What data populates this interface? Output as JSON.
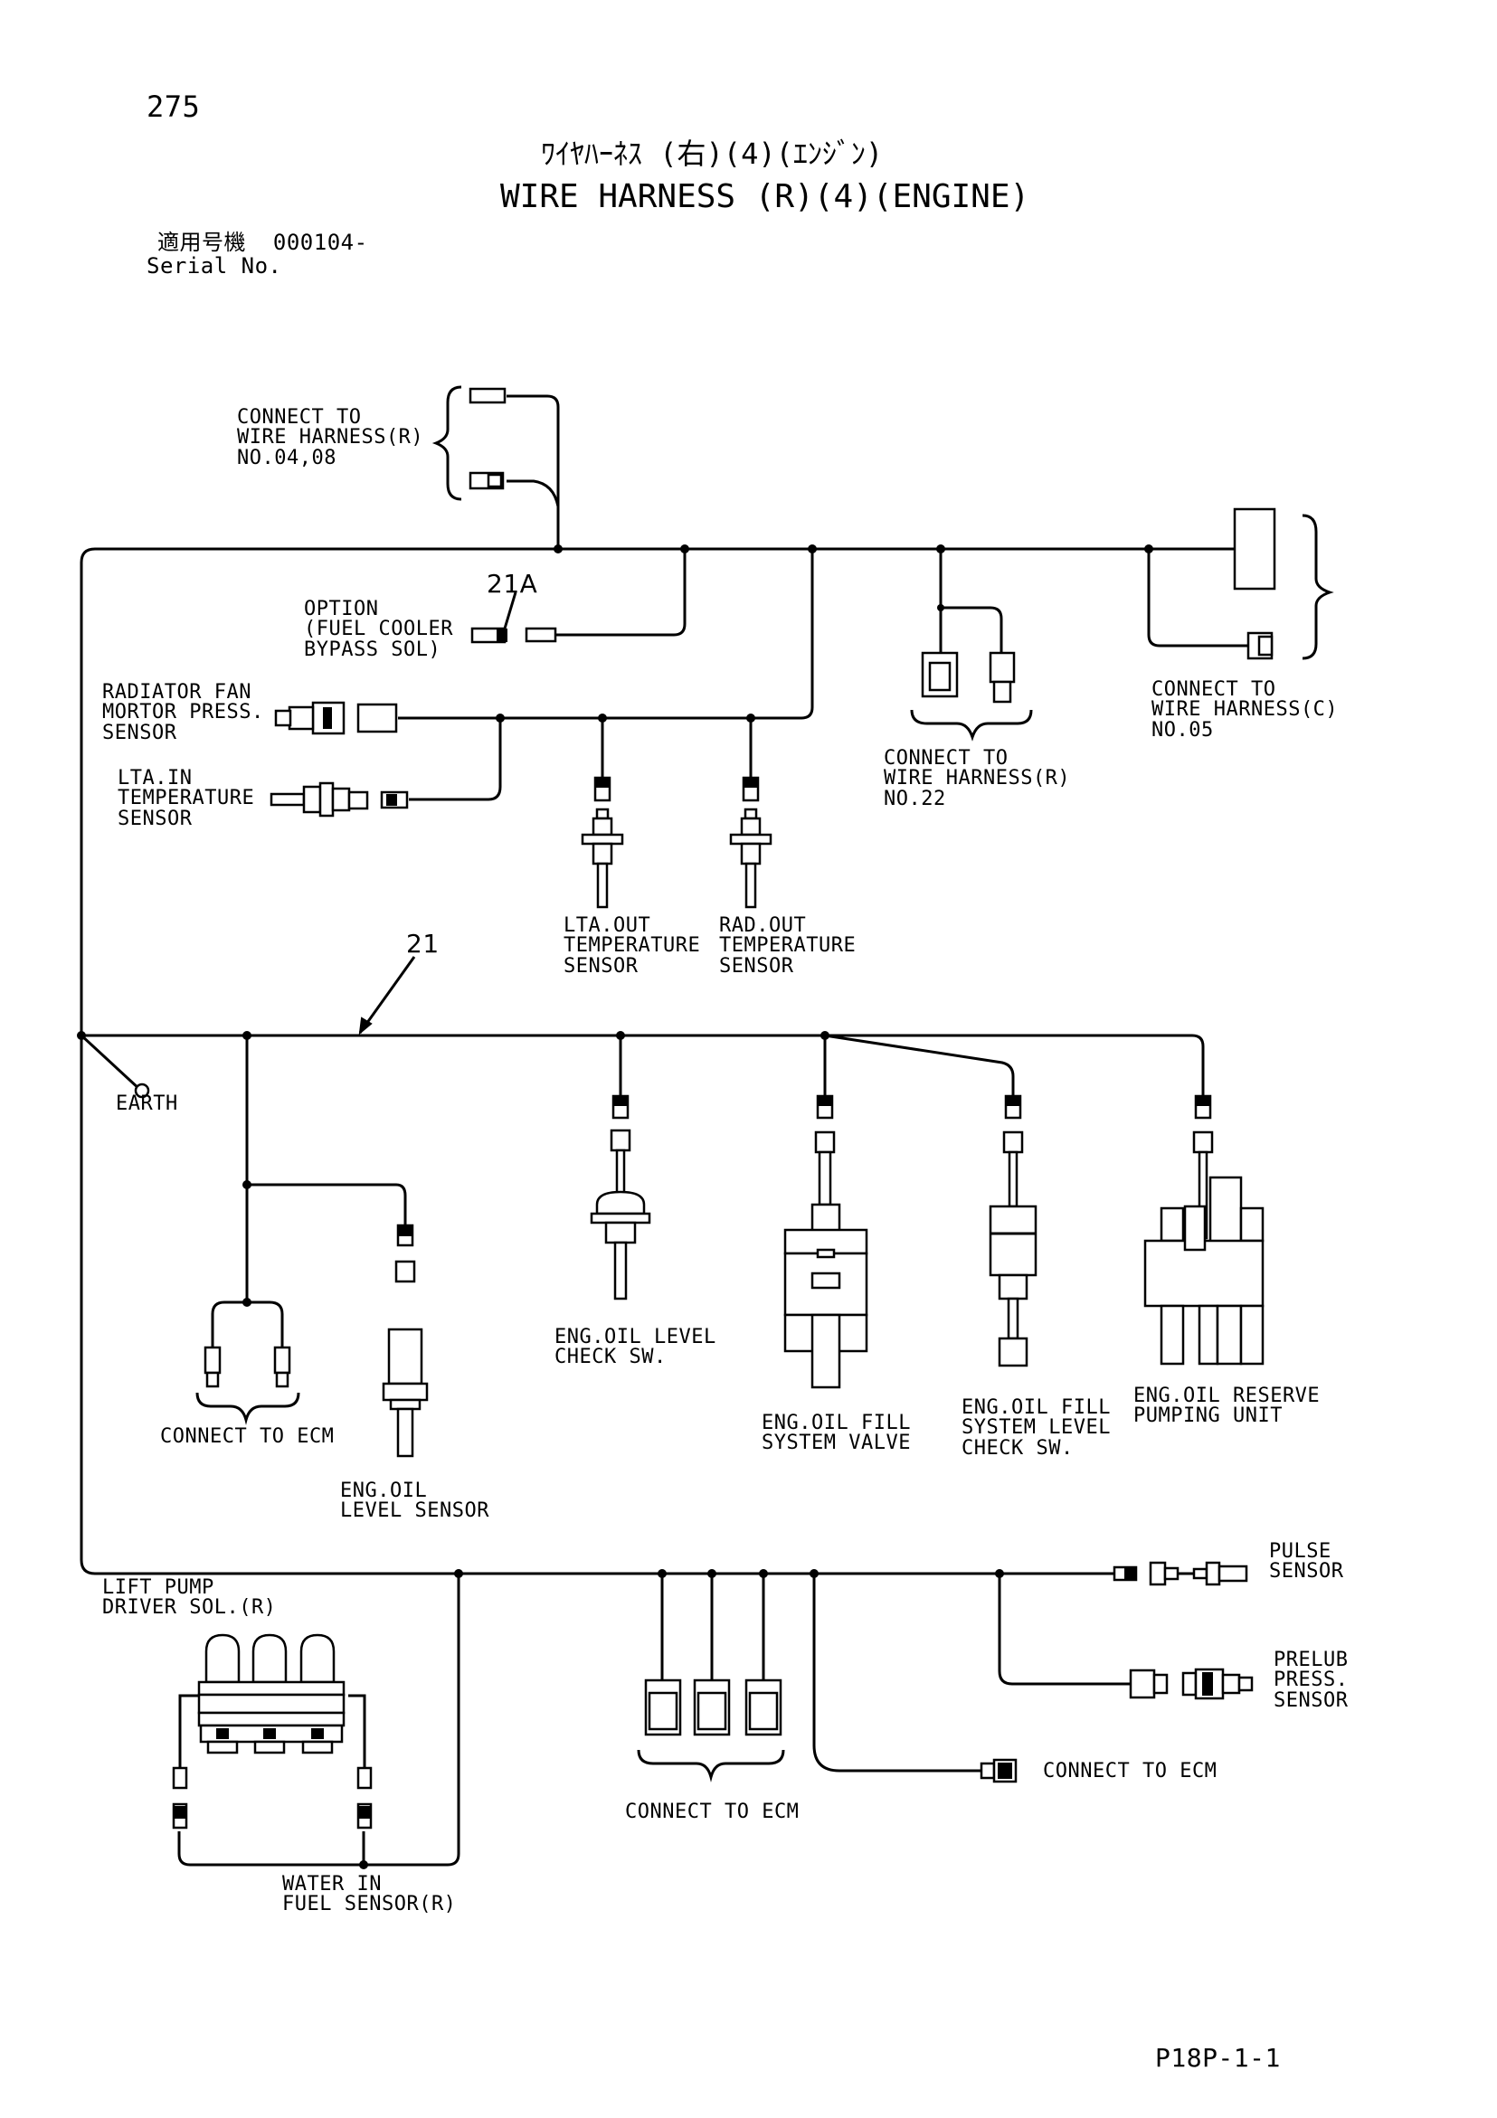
{
  "header": {
    "page_number": "275",
    "title_jp": "ﾜｲﾔﾊｰﾈｽ (右)(4)(ｴﾝｼﾞﾝ)",
    "title_en": "WIRE HARNESS (R)(4)(ENGINE)",
    "serial_label_jp": "適用号機",
    "serial_number": "000104-",
    "serial_label_en": "Serial No."
  },
  "labels": {
    "connect_wh_r_0408": "CONNECT TO\nWIRE HARNESS(R)\nNO.04,08",
    "part_21a": "21A",
    "option_fuel_cooler": "OPTION\n(FUEL COOLER\nBYPASS SOL)",
    "radiator_fan": "RADIATOR FAN\nMORTOR PRESS.\nSENSOR",
    "lta_in": "LTA.IN\nTEMPERATURE\nSENSOR",
    "lta_out": "LTA.OUT\nTEMPERATURE\nSENSOR",
    "rad_out": "RAD.OUT\nTEMPERATURE\nSENSOR",
    "connect_wh_r_22": "CONNECT TO\nWIRE HARNESS(R)\nNO.22",
    "connect_wh_c_05": "CONNECT TO\nWIRE HARNESS(C)\nNO.05",
    "part_21": "21",
    "earth": "EARTH",
    "connect_ecm_left": "CONNECT TO ECM",
    "eng_oil_level_sensor": "ENG.OIL\nLEVEL SENSOR",
    "eng_oil_level_check": "ENG.OIL LEVEL\nCHECK SW.",
    "eng_oil_fill_valve": "ENG.OIL FILL\nSYSTEM VALVE",
    "eng_oil_fill_level_check": "ENG.OIL FILL\nSYSTEM LEVEL\nCHECK SW.",
    "eng_oil_reserve": "ENG.OIL RESERVE\nPUMPING UNIT",
    "pulse_sensor": "PULSE\nSENSOR",
    "prelub_sensor": "PRELUB\nPRESS.\nSENSOR",
    "lift_pump": "LIFT PUMP\nDRIVER SOL.(R)",
    "water_in_fuel": "WATER IN\nFUEL SENSOR(R)",
    "connect_ecm_center": "CONNECT TO ECM",
    "connect_ecm_right": "CONNECT TO ECM"
  },
  "footer": {
    "drawing_code": "P18P-1-1"
  }
}
